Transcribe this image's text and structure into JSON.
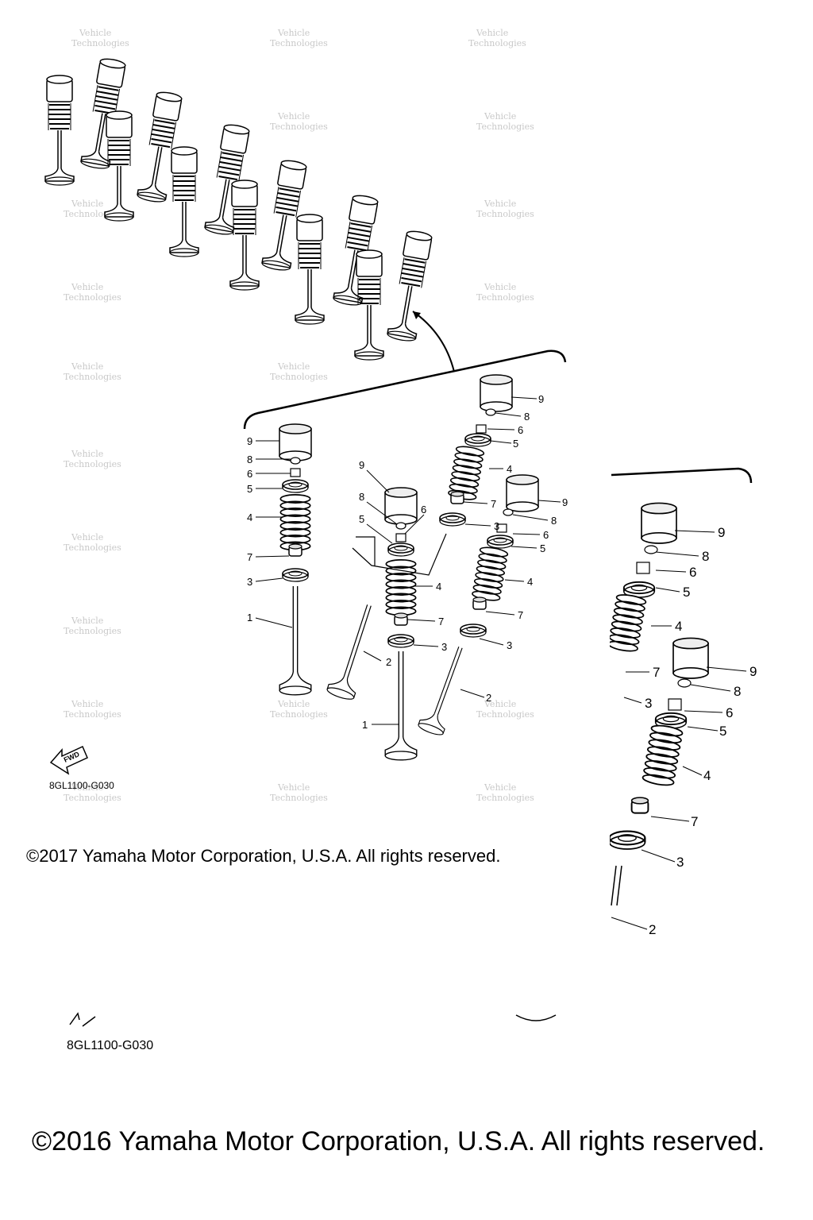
{
  "diagram": {
    "part_numbers": [
      "1",
      "2",
      "3",
      "4",
      "5",
      "6",
      "7",
      "8",
      "9"
    ],
    "fwd_label": "FWD",
    "watermark_text": "Vehicle Technologies"
  },
  "footer": {
    "code_small": "8GL1100-G030",
    "code_large": "8GL1100-G030",
    "copyright_2017": "©2017 Yamaha Motor Corporation, U.S.A. All rights reserved.",
    "copyright_2016": "©2016 Yamaha Motor Corporation, U.S.A. All rights reserved."
  }
}
